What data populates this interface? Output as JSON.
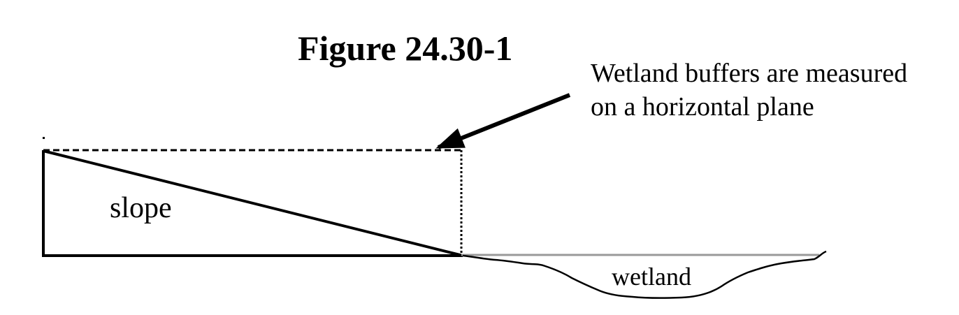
{
  "figure": {
    "title": "Figure 24.30-1",
    "annotation_line1": "Wetland buffers are measured",
    "annotation_line2": "on a horizontal plane",
    "slope_label": "slope",
    "wetland_label": "wetland"
  },
  "colors": {
    "ink": "#000000",
    "water_line": "#999999",
    "background": "#ffffff"
  }
}
